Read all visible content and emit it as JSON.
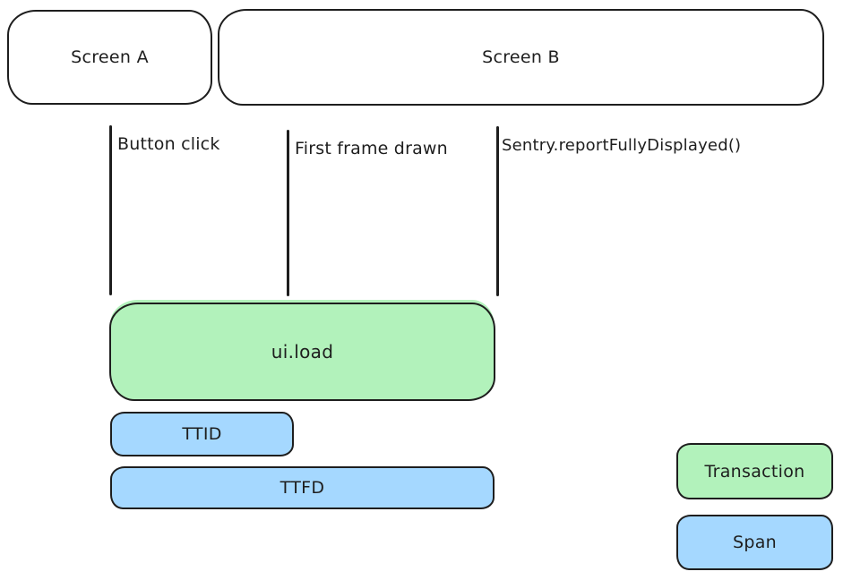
{
  "colors": {
    "background": "#ffffff",
    "stroke": "#1e1e1e",
    "transaction_fill": "#b2f2bb",
    "span_fill": "#a5d8ff"
  },
  "screens": [
    {
      "label": "Screen A"
    },
    {
      "label": "Screen B"
    }
  ],
  "events": [
    {
      "label": "Button click"
    },
    {
      "label": "First frame drawn"
    },
    {
      "label": "Sentry.reportFullyDisplayed()"
    }
  ],
  "bars": [
    {
      "label": "ui.load",
      "kind": "transaction"
    },
    {
      "label": "TTID",
      "kind": "span"
    },
    {
      "label": "TTFD",
      "kind": "span"
    }
  ],
  "legend": [
    {
      "label": "Transaction",
      "kind": "transaction"
    },
    {
      "label": "Span",
      "kind": "span"
    }
  ]
}
